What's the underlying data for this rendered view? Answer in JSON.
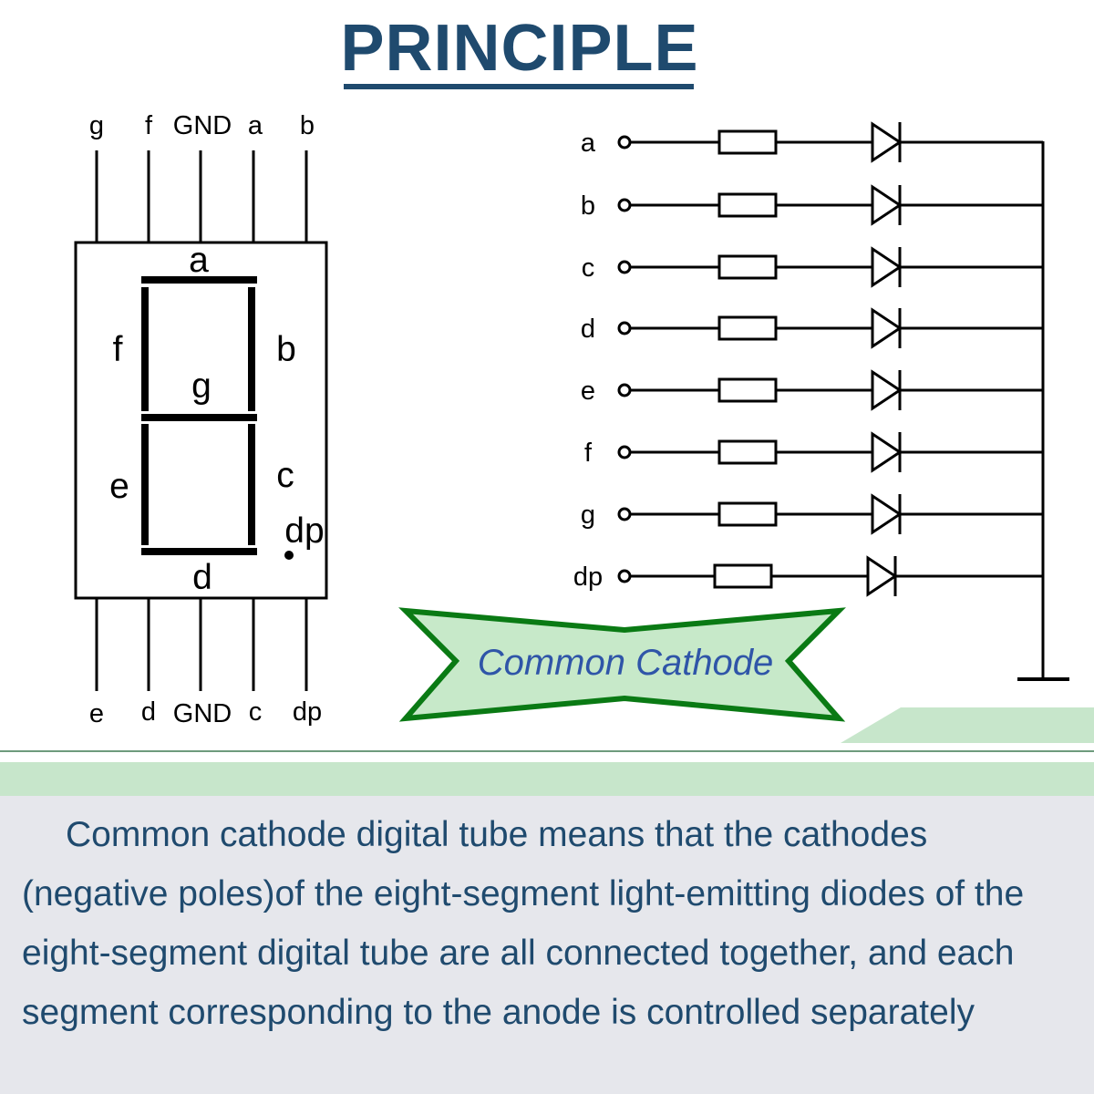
{
  "title": "PRINCIPLE",
  "seven_segment": {
    "top_pins": [
      "g",
      "f",
      "GND",
      "a",
      "b"
    ],
    "bottom_pins": [
      "e",
      "d",
      "GND",
      "c",
      "dp"
    ],
    "segments": {
      "a": "a",
      "b": "b",
      "c": "c",
      "d": "d",
      "e": "e",
      "f": "f",
      "g": "g",
      "dp": "dp"
    }
  },
  "circuit": {
    "inputs": [
      "a",
      "b",
      "c",
      "d",
      "e",
      "f",
      "g",
      "dp"
    ]
  },
  "banner_label": "Common Cathode",
  "description": "Common cathode digital tube means that the cathodes (negative poles)of the eight-segment light-emitting diodes of the eight-segment digital tube are all connected together, and each segment corresponding to the anode is controlled separately",
  "colors": {
    "title": "#1f4a6e",
    "banner_fill": "#c7e9c9",
    "banner_stroke": "#0a7a14",
    "banner_text": "#2f55a8",
    "band": "#c7e6cb",
    "panel": "#e6e7ec"
  }
}
